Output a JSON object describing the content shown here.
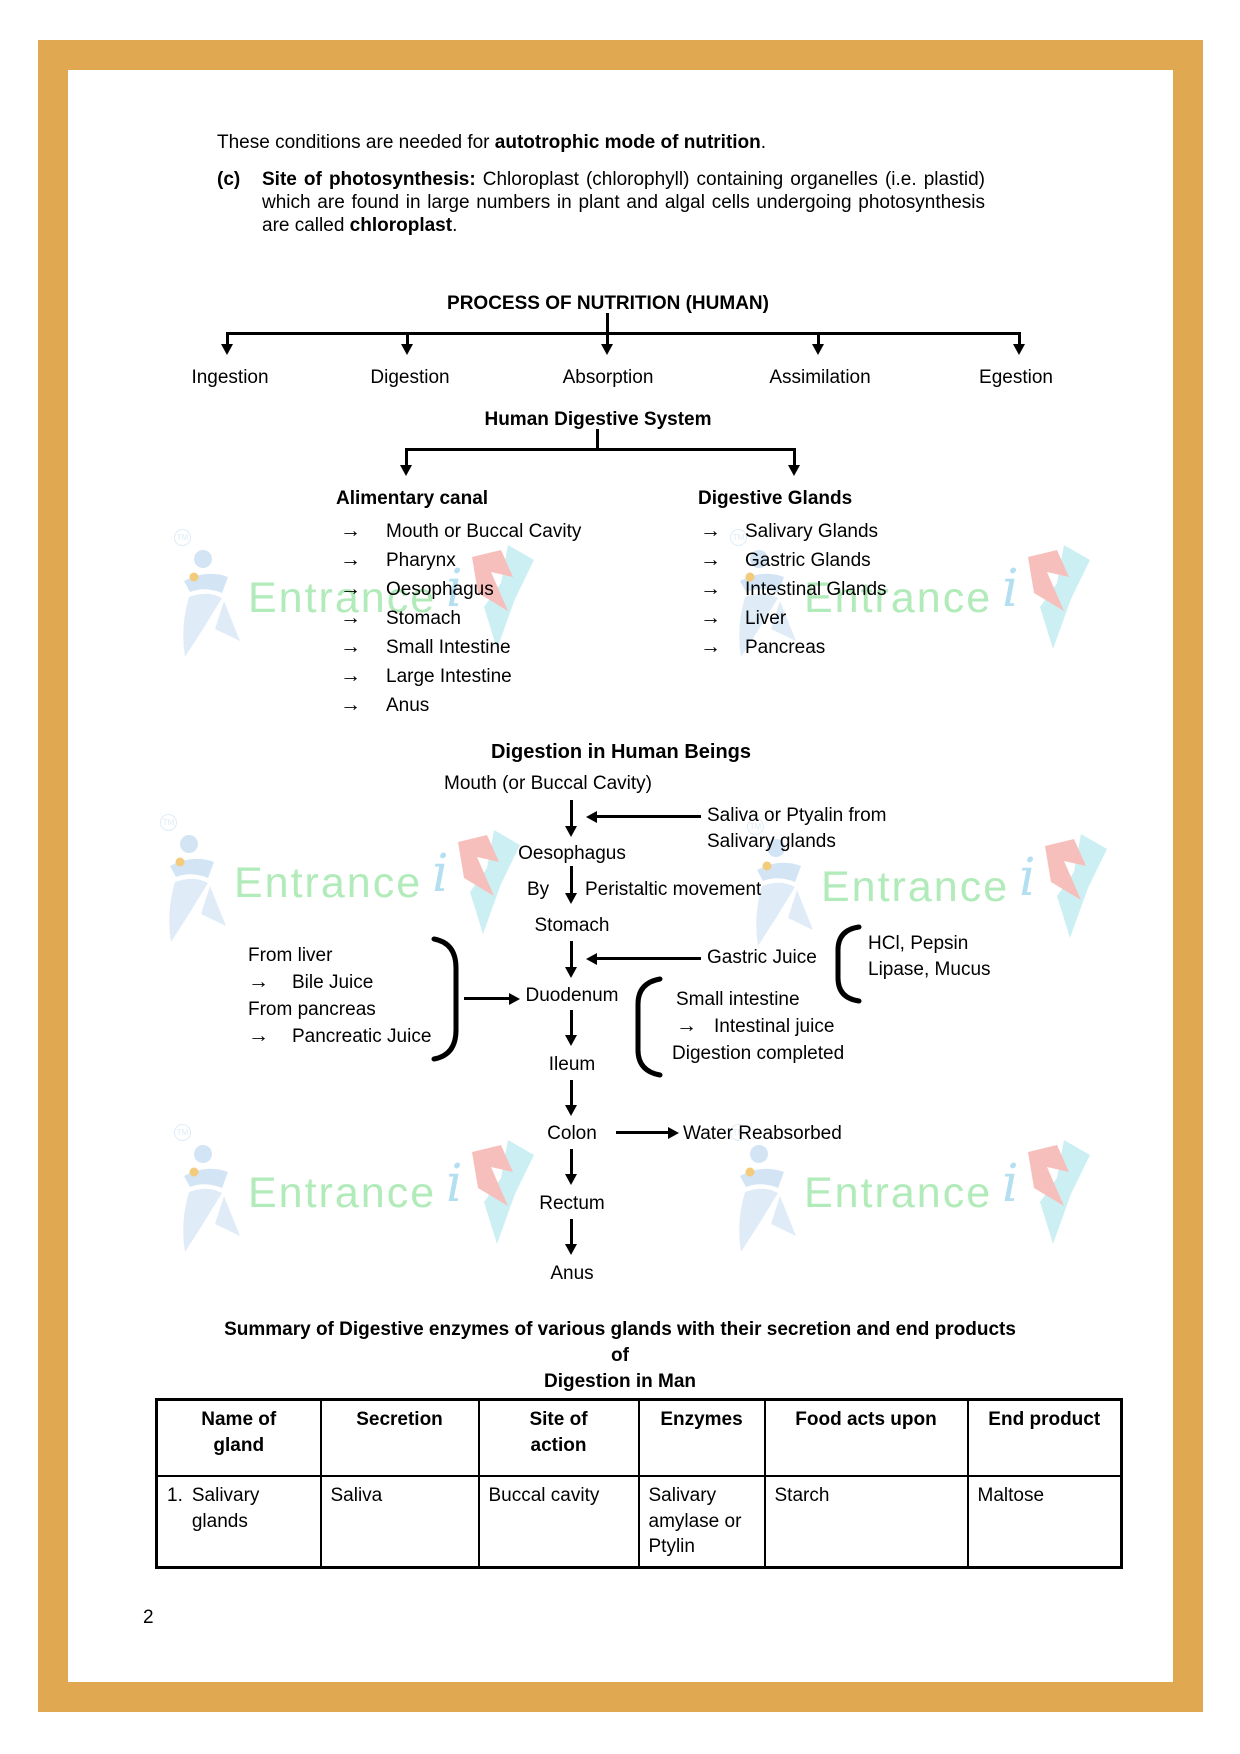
{
  "page_number": "2",
  "colors": {
    "frame_border": "#E0A851",
    "text": "#000000",
    "watermark_green": "#A9E9B2",
    "watermark_blue": "#C9DEF2",
    "watermark_red": "#F6B9B4",
    "watermark_cyan": "#C7EEF2"
  },
  "glyphs": {
    "arrow": "→"
  },
  "intro": {
    "line1_normal": "These conditions are needed for ",
    "line1_bold": "autotrophic mode of nutrition",
    "line1_end": ".",
    "item_label": "(c)",
    "item_bold_lead": "Site of photosynthesis:",
    "item_text_1": " Chloroplast (chlorophyll) containing organelles (i.e. plastid) which are found in large numbers in plant and algal cells undergoing photosynthesis are called ",
    "item_bold_end": "chloroplast",
    "item_text_2": "."
  },
  "nutrition_tree": {
    "title": "PROCESS OF NUTRITION (HUMAN)",
    "stages": [
      "Ingestion",
      "Digestion",
      "Absorption",
      "Assimilation",
      "Egestion"
    ]
  },
  "digestive_tree": {
    "title": "Human Digestive System",
    "alimentary": {
      "title": "Alimentary canal",
      "items": [
        "Mouth or Buccal Cavity",
        "Pharynx",
        "Oesophagus",
        "Stomach",
        "Small Intestine",
        "Large Intestine",
        "Anus"
      ]
    },
    "glands": {
      "title": "Digestive Glands",
      "items": [
        "Salivary Glands",
        "Gastric Glands",
        "Intestinal Glands",
        "Liver",
        "Pancreas"
      ]
    }
  },
  "digestion_flow": {
    "title": "Digestion in Human Beings",
    "mouth": "Mouth (or Buccal Cavity)",
    "saliva_line1": "Saliva or Ptyalin from",
    "saliva_line2": "Salivary glands",
    "oesophagus": "Oesophagus",
    "by": "By",
    "peristaltic": "Peristaltic movement",
    "stomach": "Stomach",
    "gastric_juice": "Gastric Juice",
    "gastric_components_1": "HCl, Pepsin",
    "gastric_components_2": "Lipase, Mucus",
    "from_liver": "From liver",
    "bile_juice": "Bile Juice",
    "from_pancreas": "From pancreas",
    "pancreatic_juice": "Pancreatic Juice",
    "duodenum": "Duodenum",
    "small_intestine_note_1": "Small intestine",
    "small_intestine_note_2": "Intestinal juice",
    "small_intestine_note_3": "Digestion completed",
    "ileum": "Ileum",
    "colon": "Colon",
    "water_reabsorbed": "Water Reabsorbed",
    "rectum": "Rectum",
    "anus": "Anus"
  },
  "summary": {
    "line1": "Summary of Digestive enzymes of various glands with their secretion and end products",
    "line2": "of",
    "line3": "Digestion in Man"
  },
  "enzyme_table": {
    "headers": [
      "Name of gland",
      "Secretion",
      "Site of action",
      "Enzymes",
      "Food acts upon",
      "End product"
    ],
    "rows": [
      {
        "num": "1.",
        "gland": "Salivary glands",
        "secretion": "Saliva",
        "site": "Buccal cavity",
        "enzymes": "Salivary amylase or Ptylin",
        "food": "Starch",
        "end_product": "Maltose"
      }
    ]
  },
  "watermark": {
    "brand": "Entrance",
    "i_glyph": "i",
    "tm": "TM"
  }
}
